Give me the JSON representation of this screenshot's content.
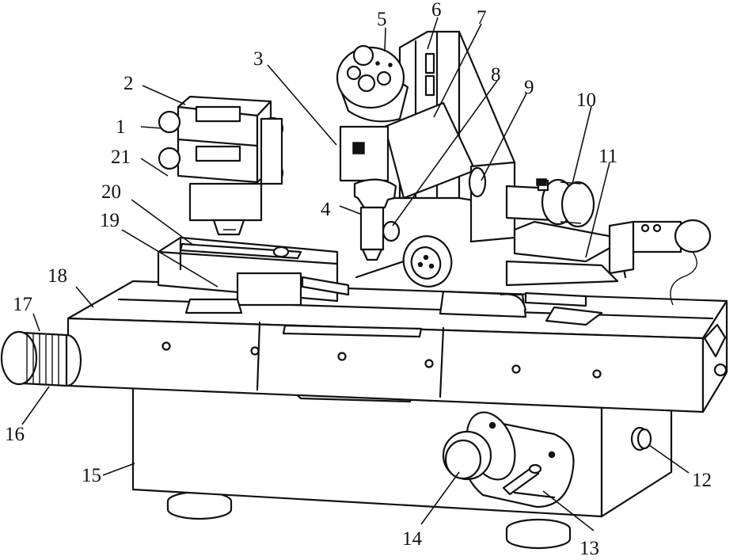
{
  "figure": {
    "labels": [
      {
        "id": "1",
        "text": "1"
      },
      {
        "id": "2",
        "text": "2"
      },
      {
        "id": "3",
        "text": "3"
      },
      {
        "id": "4",
        "text": "4"
      },
      {
        "id": "5",
        "text": "5"
      },
      {
        "id": "6",
        "text": "6"
      },
      {
        "id": "7",
        "text": "7"
      },
      {
        "id": "8",
        "text": "8"
      },
      {
        "id": "9",
        "text": "9"
      },
      {
        "id": "10",
        "text": "10"
      },
      {
        "id": "11",
        "text": "11"
      },
      {
        "id": "12",
        "text": "12"
      },
      {
        "id": "13",
        "text": "13"
      },
      {
        "id": "14",
        "text": "14"
      },
      {
        "id": "15",
        "text": "15"
      },
      {
        "id": "16",
        "text": "16"
      },
      {
        "id": "17",
        "text": "17"
      },
      {
        "id": "18",
        "text": "18"
      },
      {
        "id": "19",
        "text": "19"
      },
      {
        "id": "20",
        "text": "20"
      },
      {
        "id": "21",
        "text": "21"
      }
    ]
  }
}
